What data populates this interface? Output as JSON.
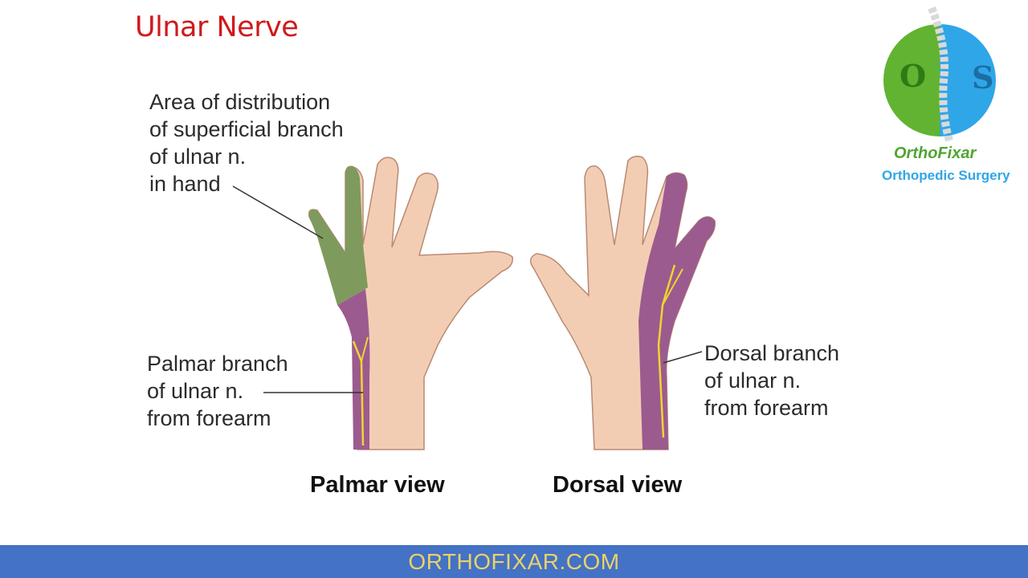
{
  "title": "Ulnar Nerve",
  "labels": {
    "superficial": "Area of distribution\nof superficial branch\nof ulnar n.\nin hand",
    "palmar_branch": "Palmar branch\nof ulnar n.\nfrom forearm",
    "dorsal_branch": "Dorsal branch\nof ulnar n.\nfrom forearm"
  },
  "views": {
    "palmar": "Palmar view",
    "dorsal": "Dorsal view"
  },
  "logo": {
    "letters_left": "O",
    "letters_right": "S",
    "name": "OrthoFixar",
    "tagline": "Orthopedic Surgery"
  },
  "footer": "ORTHOFIXAR.COM",
  "colors": {
    "title": "#d0191c",
    "skin": "#f3cdb3",
    "ulnar_dorsal": "#9b5b8f",
    "superficial_area": "#7e9a5c",
    "nerve": "#f2d330",
    "footer_bg": "#4472c4",
    "footer_text": "#e9d26a"
  }
}
